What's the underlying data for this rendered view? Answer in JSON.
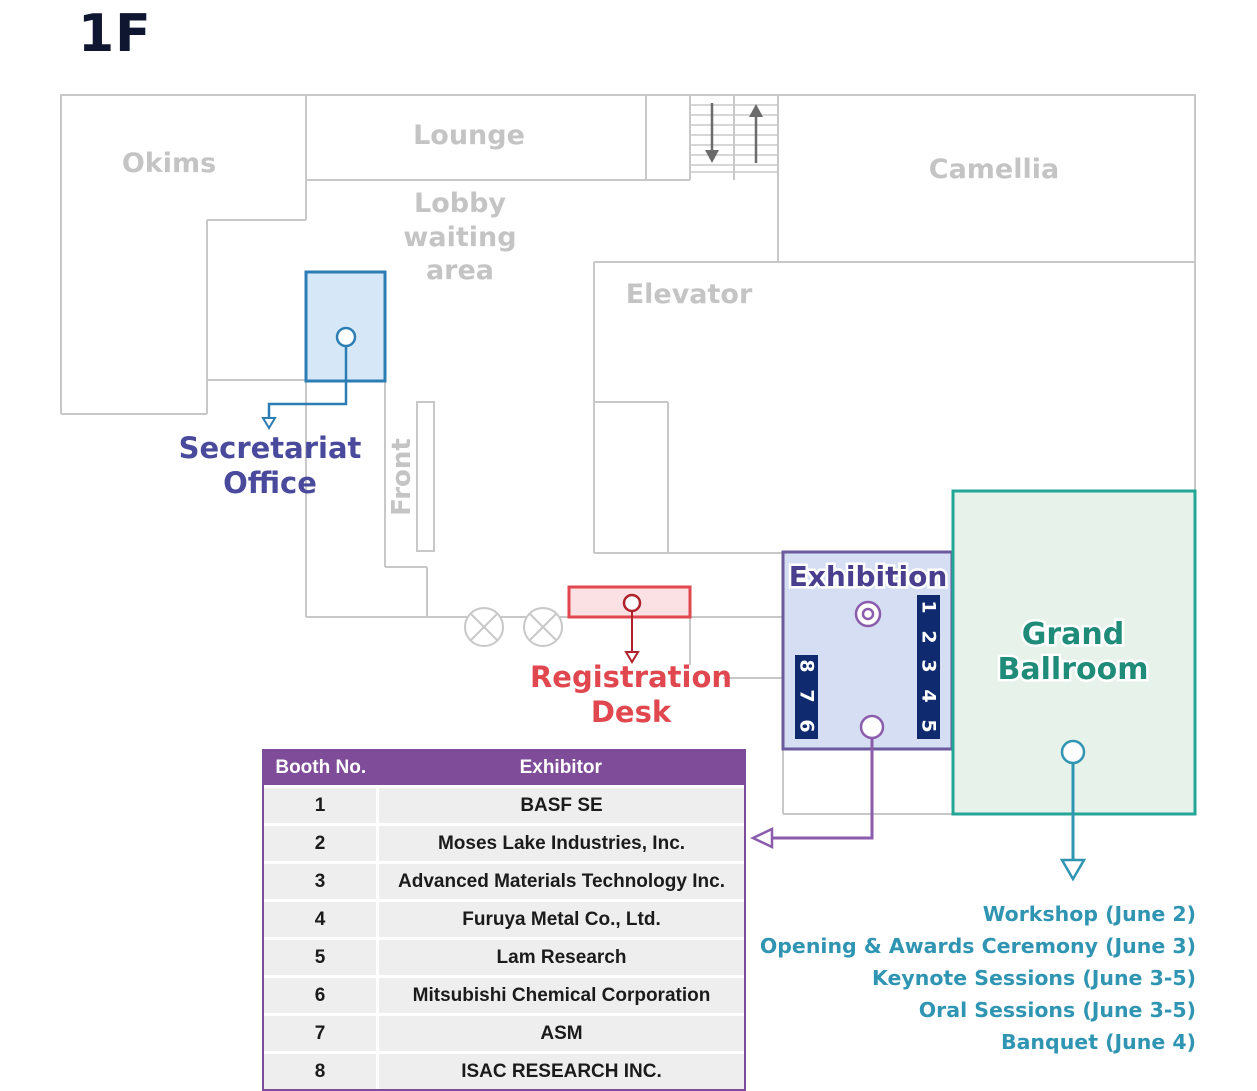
{
  "floor_title": "1F",
  "rooms": {
    "okims": "Okims",
    "lounge": "Lounge",
    "camellia": "Camellia",
    "lobby_line1": "Lobby",
    "lobby_line2": "waiting",
    "lobby_line3": "area",
    "elevator": "Elevator",
    "front": "Front"
  },
  "callouts": {
    "secretariat_line1": "Secretariat",
    "secretariat_line2": "Office",
    "registration_line1": "Registration",
    "registration_line2": "Desk",
    "exhibition": "Exhibition",
    "grand_line1": "Grand",
    "grand_line2": "Ballroom"
  },
  "booth_markers": [
    "1",
    "2",
    "3",
    "4",
    "5",
    "6",
    "7",
    "8"
  ],
  "booth_table": {
    "headers": [
      "Booth No.",
      "Exhibitor"
    ],
    "rows": [
      {
        "no": "1",
        "exhibitor": "BASF SE"
      },
      {
        "no": "2",
        "exhibitor": "Moses Lake Industries, Inc."
      },
      {
        "no": "3",
        "exhibitor": "Advanced Materials Technology Inc."
      },
      {
        "no": "4",
        "exhibitor": "Furuya Metal Co., Ltd."
      },
      {
        "no": "5",
        "exhibitor": "Lam Research"
      },
      {
        "no": "6",
        "exhibitor": "Mitsubishi Chemical Corporation"
      },
      {
        "no": "7",
        "exhibitor": "ASM"
      },
      {
        "no": "8",
        "exhibitor": "ISAC RESEARCH INC."
      }
    ]
  },
  "sessions": [
    "Workshop (June 2)",
    "Opening & Awards Ceremony (June 3)",
    "Keynote Sessions (June 3-5)",
    "Oral Sessions (June 3-5)",
    "Banquet (June 4)"
  ],
  "colors": {
    "wall": "#c8c8c8",
    "secretariat": "#2d7db5",
    "secretariat_label": "#4a4a9c",
    "registration": "#e0474f",
    "exhibition": "#6b5a9e",
    "exhibition_fill": "#d5def2",
    "booth_badge": "#0f2a6e",
    "grand_ballroom": "#23a696",
    "grand_fill": "#e6f2ea",
    "grand_label": "#1f8c79",
    "table_header": "#7e4c98",
    "sessions": "#2f95b2"
  }
}
